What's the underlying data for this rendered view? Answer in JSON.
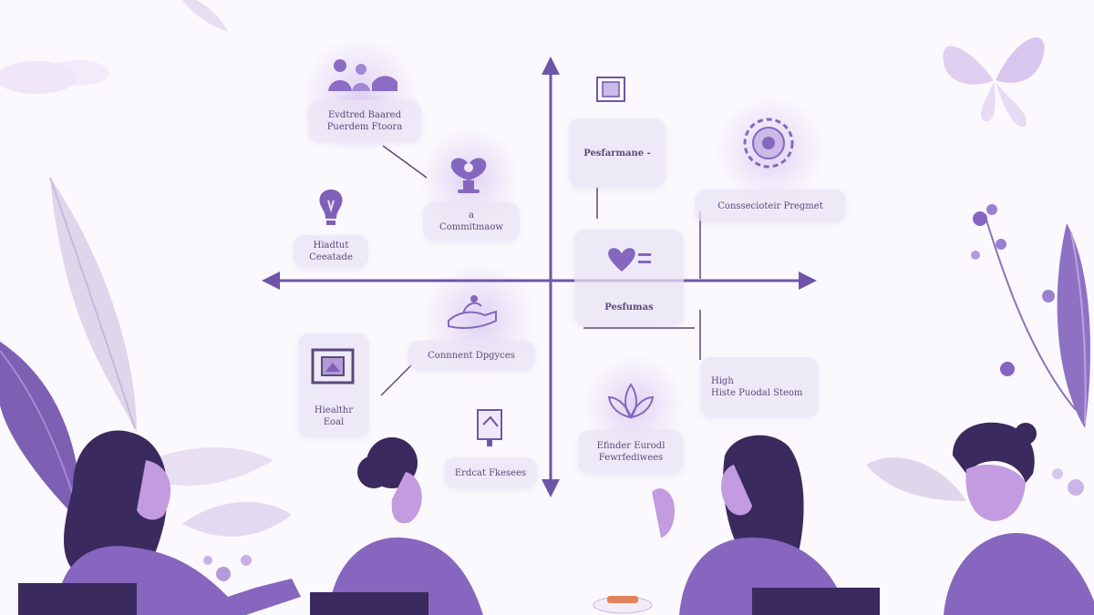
{
  "colors": {
    "axis": "#6f55a8",
    "accent": "#8d6cc6",
    "card_bg": "#ebe4f5",
    "text": "#5a4a7a",
    "person_dark": "#3a2a5e",
    "person_mid": "#8766bf",
    "background": "#fbf9fd"
  },
  "labels": {
    "top_left": [
      "Evdtred Baared",
      "Puerdem Ftoora"
    ],
    "center_left_small": [
      "a",
      "Commitmaow"
    ],
    "left_icon": [
      "Hiadtut",
      "Ceeatade"
    ],
    "center_left": "Connnent Dpgyces",
    "bottom_left_frame": [
      "Hiealthr",
      "Eoal"
    ],
    "bottom_center_left": "Erdcat Fkesees",
    "performance": "Pesfarmane -",
    "center_right": "Pesfumas",
    "right_top": "Conssecioteir Pregmet",
    "right_bottom": [
      "High",
      "Histe Puodal Steom"
    ],
    "bottom_center_right": [
      "Efinder Eurodl",
      "Fewrfediwees"
    ]
  },
  "icons": [
    "people-icon",
    "heart-head-icon",
    "lightbulb-icon",
    "hands-icon",
    "picture-frame-icon",
    "document-icon",
    "lotus-icon",
    "gear-icon",
    "heart-chat-icon",
    "square-badge-icon"
  ]
}
